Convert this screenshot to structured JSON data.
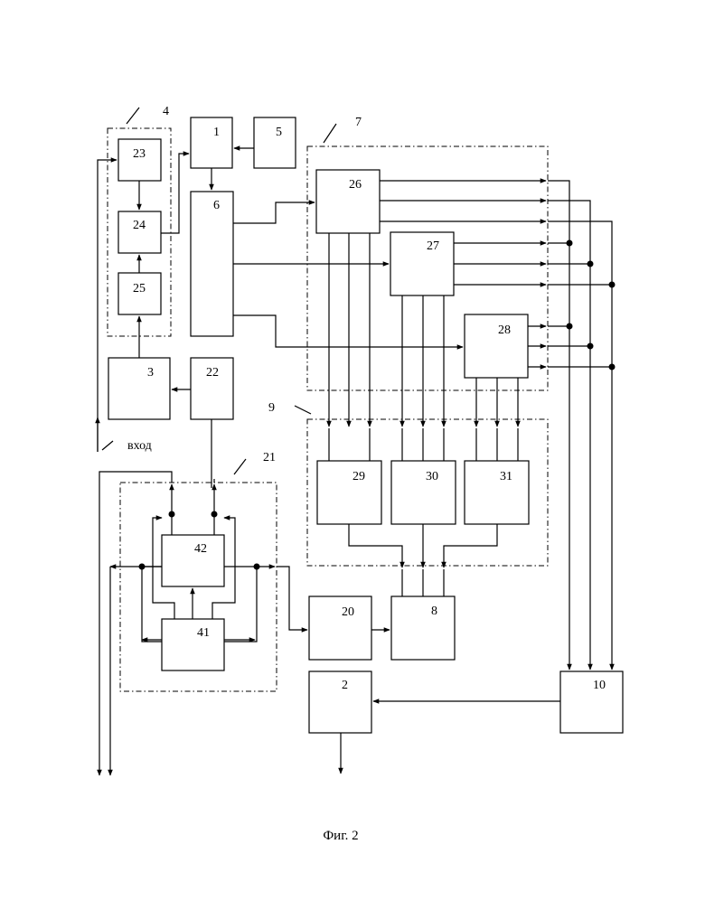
{
  "blocks": [
    {
      "id": "1",
      "label": "1"
    },
    {
      "id": "2",
      "label": "2"
    },
    {
      "id": "3",
      "label": "3"
    },
    {
      "id": "5",
      "label": "5"
    },
    {
      "id": "6",
      "label": "6"
    },
    {
      "id": "8",
      "label": "8"
    },
    {
      "id": "10",
      "label": "10"
    },
    {
      "id": "20",
      "label": "20"
    },
    {
      "id": "22",
      "label": "22"
    },
    {
      "id": "23",
      "label": "23"
    },
    {
      "id": "24",
      "label": "24"
    },
    {
      "id": "25",
      "label": "25"
    },
    {
      "id": "26",
      "label": "26"
    },
    {
      "id": "27",
      "label": "27"
    },
    {
      "id": "28",
      "label": "28"
    },
    {
      "id": "29",
      "label": "29"
    },
    {
      "id": "30",
      "label": "30"
    },
    {
      "id": "31",
      "label": "31"
    },
    {
      "id": "41",
      "label": "41"
    },
    {
      "id": "42",
      "label": "42"
    }
  ],
  "groups": [
    {
      "id": "4",
      "label": "4"
    },
    {
      "id": "7",
      "label": "7"
    },
    {
      "id": "9",
      "label": "9"
    },
    {
      "id": "21",
      "label": "21"
    }
  ],
  "input_label": "вход",
  "caption": "Фиг. 2"
}
